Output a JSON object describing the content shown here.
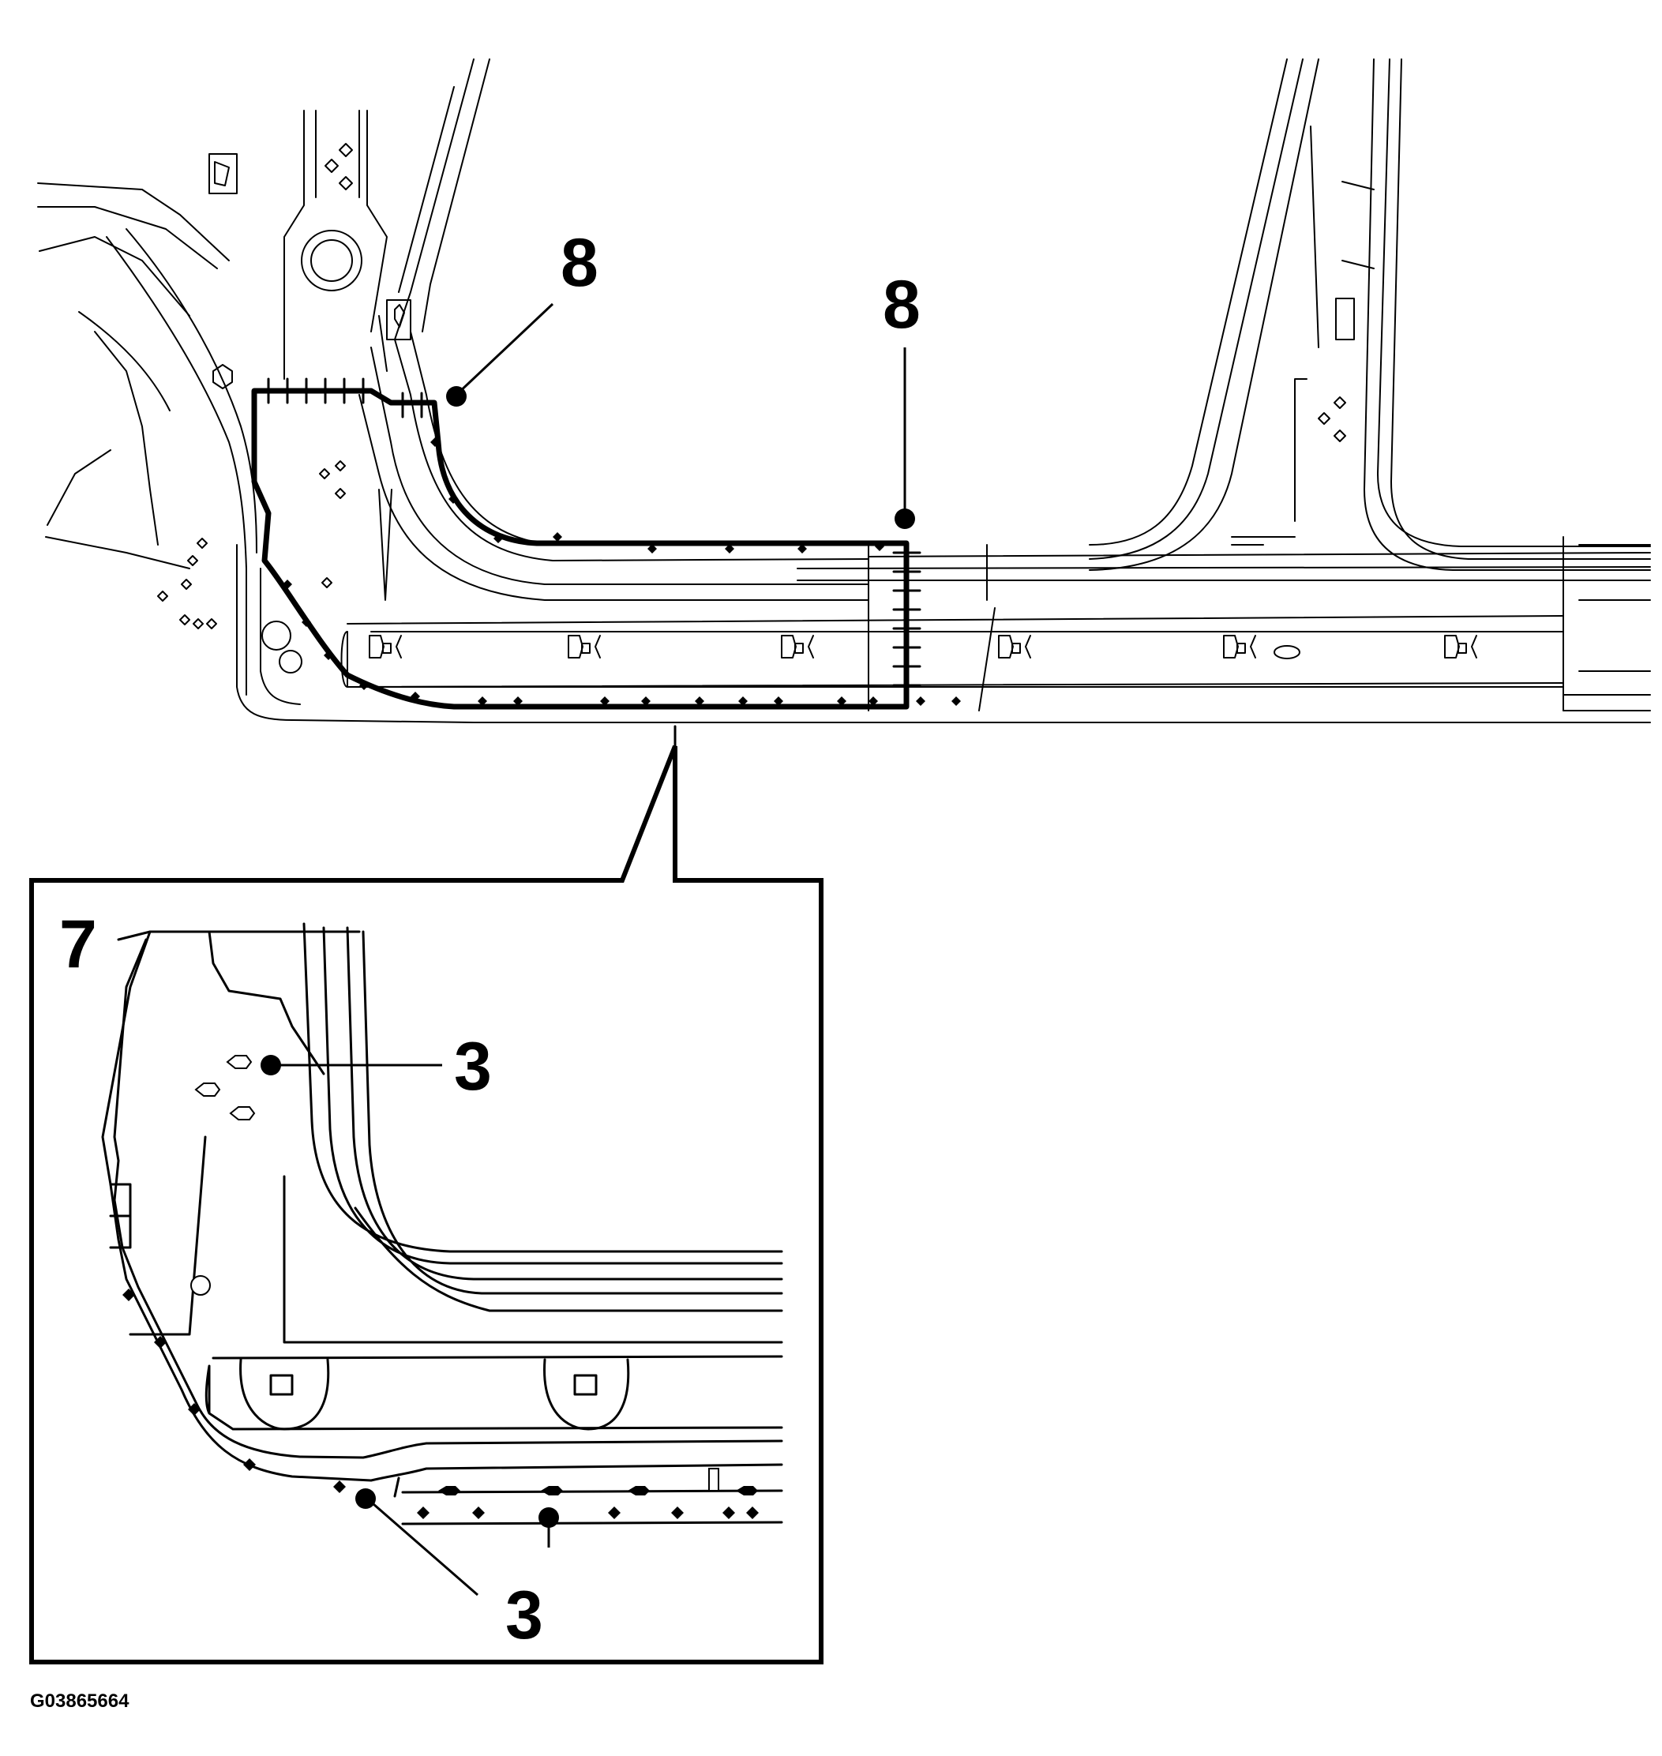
{
  "diagram": {
    "callouts": {
      "top_left": "8",
      "top_right": "8",
      "detail_corner": "7",
      "detail_upper": "3",
      "detail_lower": "3"
    },
    "figure_ref": "G03865664"
  }
}
